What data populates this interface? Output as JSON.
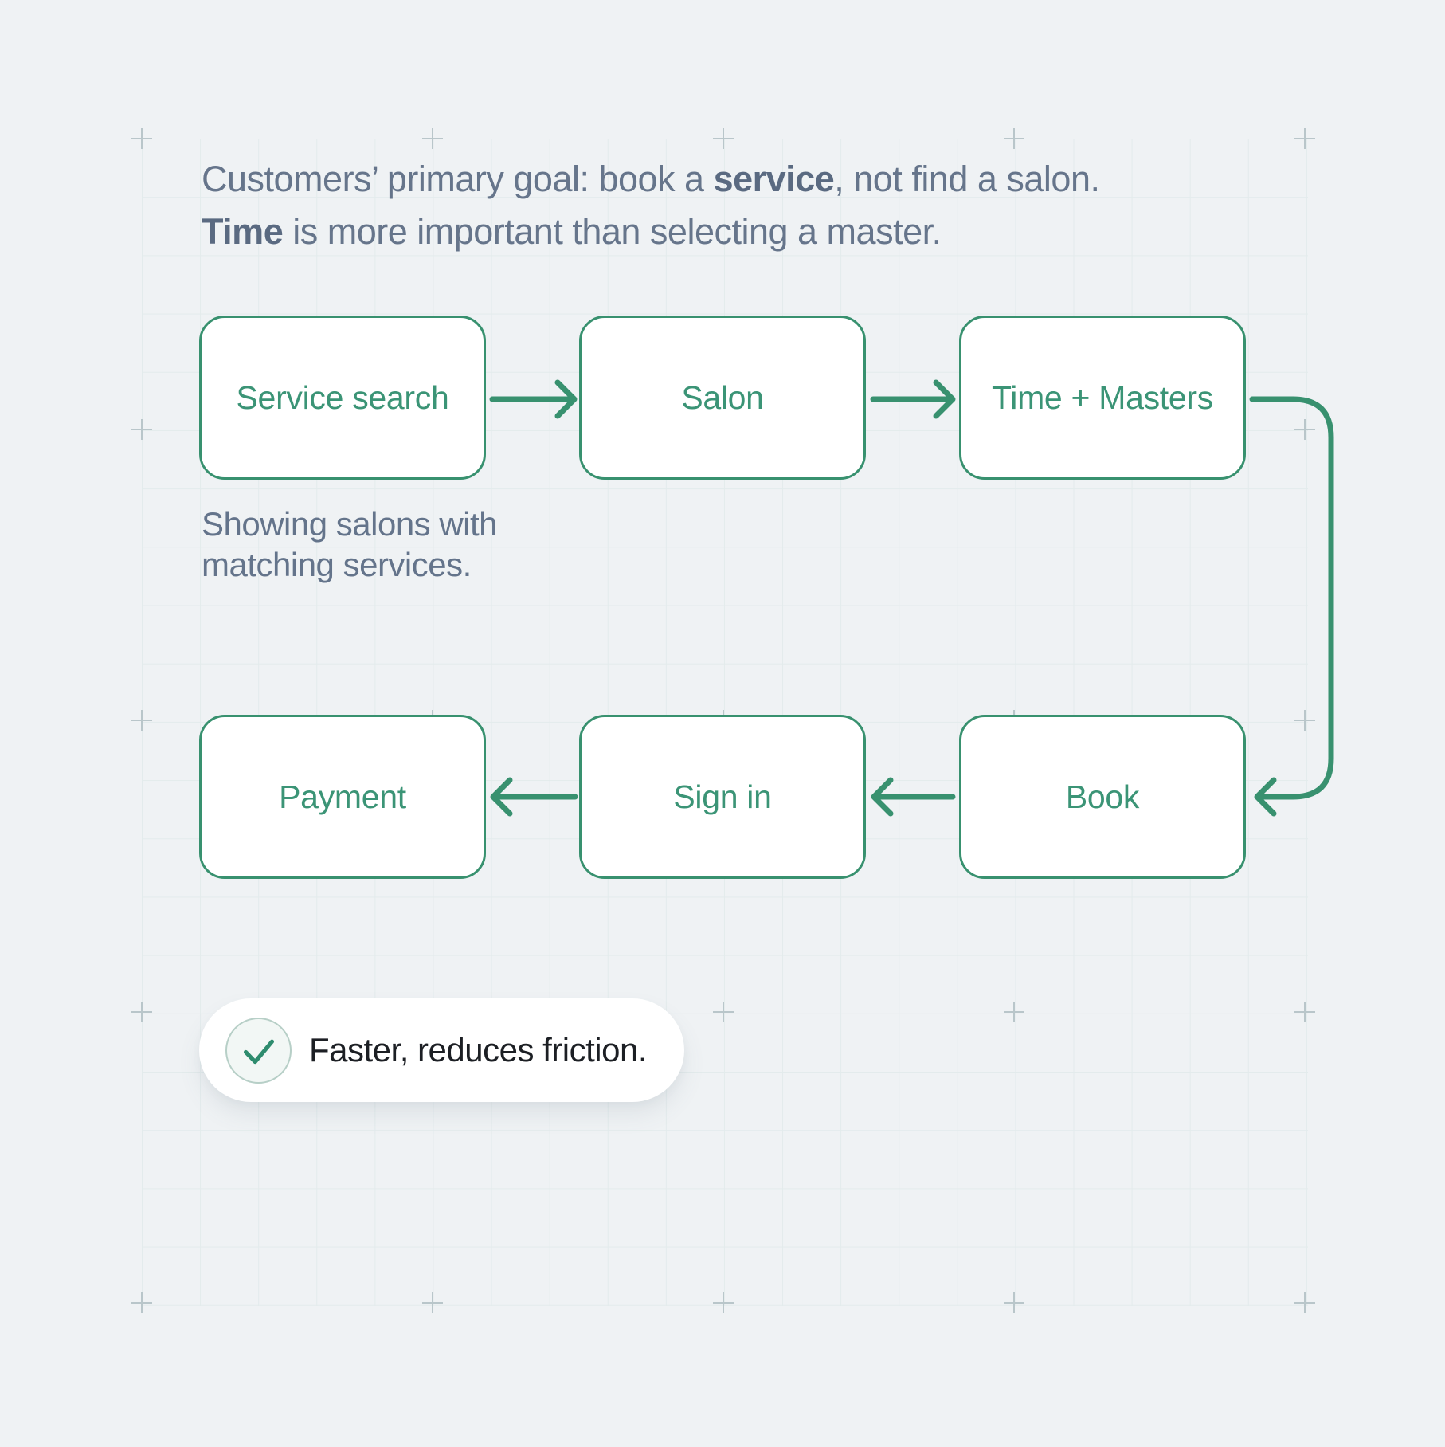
{
  "heading": {
    "line1_pre": "Customers’ primary goal: book a ",
    "line1_bold": "service",
    "line1_post": ", not find a salon.",
    "line2_bold": "Time",
    "line2_post": " is more important than selecting a master."
  },
  "flow": {
    "top_row": [
      {
        "label": "Service search"
      },
      {
        "label": "Salon"
      },
      {
        "label": "Time + Masters"
      }
    ],
    "bottom_row": [
      {
        "label": "Payment"
      },
      {
        "label": "Sign in"
      },
      {
        "label": "Book"
      }
    ]
  },
  "caption": {
    "line1": "Showing salons with",
    "line2": "matching services."
  },
  "badge": {
    "icon": "check-icon",
    "label": "Faster, reduces friction."
  },
  "colors": {
    "background": "#eff2f4",
    "grid_line": "#e3ebec",
    "plus_marker": "#b9c6ca",
    "node_border_green": "#38916f",
    "node_text_green": "#3b9476",
    "connector_green": "#38916f",
    "heading_slate": "#66758b",
    "heading_bold_slate": "#5a6a81",
    "caption_slate": "#64748b",
    "badge_text": "#1c1f24",
    "check_green": "#2e8c6e",
    "check_circle_border": "#b7cfc7"
  }
}
